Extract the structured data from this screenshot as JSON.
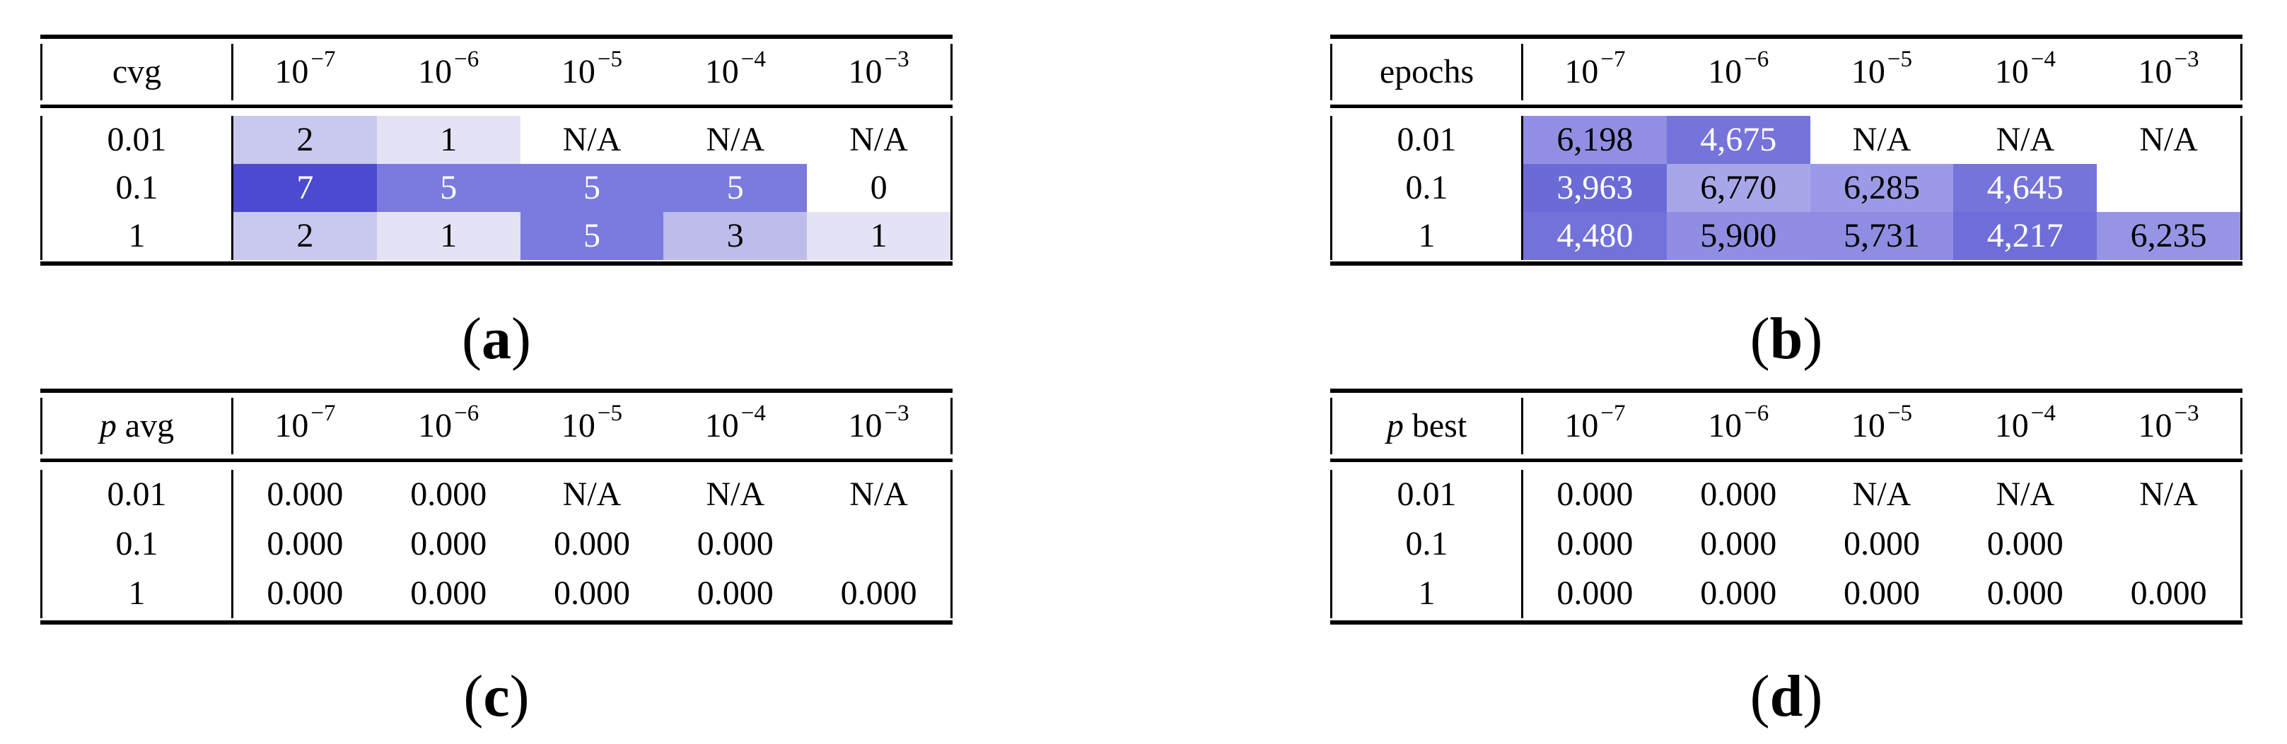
{
  "figure": {
    "background": "#ffffff",
    "rule_color": "#000000",
    "heat_dark": "#4b4ad0",
    "heat_light": "#e4e3f6"
  },
  "captions": {
    "open": "(",
    "close": ")",
    "a": "a",
    "b": "b",
    "c": "c",
    "d": "d"
  },
  "tables": [
    {
      "id": "a",
      "label_italic": "",
      "label_rest": "cvg",
      "col_headers": [
        {
          "base": "10",
          "exp": "−7"
        },
        {
          "base": "10",
          "exp": "−6"
        },
        {
          "base": "10",
          "exp": "−5"
        },
        {
          "base": "10",
          "exp": "−4"
        },
        {
          "base": "10",
          "exp": "−3"
        }
      ],
      "rows": [
        {
          "label": "0.01",
          "cells": [
            {
              "text": "2",
              "css": "background:#c9c8ee;color:#000000"
            },
            {
              "text": "1",
              "css": "background:#e4e3f6;color:#000000"
            },
            {
              "text": "N/A",
              "css": ""
            },
            {
              "text": "N/A",
              "css": ""
            },
            {
              "text": "N/A",
              "css": ""
            }
          ]
        },
        {
          "label": "0.1",
          "cells": [
            {
              "text": "7",
              "css": "background:#4b4ad0;color:#ffffff"
            },
            {
              "text": "5",
              "css": "background:#7b7ade;color:#ffffff"
            },
            {
              "text": "5",
              "css": "background:#7b7ade;color:#ffffff"
            },
            {
              "text": "5",
              "css": "background:#7b7ade;color:#ffffff"
            },
            {
              "text": "0",
              "css": ""
            }
          ]
        },
        {
          "label": "1",
          "cells": [
            {
              "text": "2",
              "css": "background:#c9c8ee;color:#000000"
            },
            {
              "text": "1",
              "css": "background:#e4e3f6;color:#000000"
            },
            {
              "text": "5",
              "css": "background:#7b7ade;color:#ffffff"
            },
            {
              "text": "3",
              "css": "background:#bdbcea;color:#000000"
            },
            {
              "text": "1",
              "css": "background:#e4e3f6;color:#000000"
            }
          ]
        }
      ]
    },
    {
      "id": "b",
      "label_italic": "",
      "label_rest": "epochs",
      "col_headers": [
        {
          "base": "10",
          "exp": "−7"
        },
        {
          "base": "10",
          "exp": "−6"
        },
        {
          "base": "10",
          "exp": "−5"
        },
        {
          "base": "10",
          "exp": "−4"
        },
        {
          "base": "10",
          "exp": "−3"
        }
      ],
      "rows": [
        {
          "label": "0.01",
          "cells": [
            {
              "text": "6,198",
              "css": "background:#908fe3;color:#000000"
            },
            {
              "text": "4,675",
              "css": "background:#7674db;color:#ffffff"
            },
            {
              "text": "N/A",
              "css": ""
            },
            {
              "text": "N/A",
              "css": ""
            },
            {
              "text": "N/A",
              "css": ""
            }
          ]
        },
        {
          "label": "0.1",
          "cells": [
            {
              "text": "3,963",
              "css": "background:#6b6ad7;color:#ffffff"
            },
            {
              "text": "6,770",
              "css": "background:#a7a6e9;color:#000000"
            },
            {
              "text": "6,285",
              "css": "background:#9b9ae6;color:#000000"
            },
            {
              "text": "4,645",
              "css": "background:#7574db;color:#ffffff"
            },
            {
              "text": "",
              "css": ""
            }
          ]
        },
        {
          "label": "1",
          "cells": [
            {
              "text": "4,480",
              "css": "background:#7372da;color:#ffffff"
            },
            {
              "text": "5,900",
              "css": "background:#8f8ee2;color:#000000"
            },
            {
              "text": "5,731",
              "css": "background:#8e8de2;color:#000000"
            },
            {
              "text": "4,217",
              "css": "background:#6f6ed9;color:#ffffff"
            },
            {
              "text": "6,235",
              "css": "background:#9695e5;color:#000000"
            }
          ]
        }
      ]
    },
    {
      "id": "c",
      "label_italic": "p",
      "label_rest": " avg",
      "col_headers": [
        {
          "base": "10",
          "exp": "−7"
        },
        {
          "base": "10",
          "exp": "−6"
        },
        {
          "base": "10",
          "exp": "−5"
        },
        {
          "base": "10",
          "exp": "−4"
        },
        {
          "base": "10",
          "exp": "−3"
        }
      ],
      "rows": [
        {
          "label": "0.01",
          "cells": [
            {
              "text": "0.000",
              "css": ""
            },
            {
              "text": "0.000",
              "css": ""
            },
            {
              "text": "N/A",
              "css": ""
            },
            {
              "text": "N/A",
              "css": ""
            },
            {
              "text": "N/A",
              "css": ""
            }
          ]
        },
        {
          "label": "0.1",
          "cells": [
            {
              "text": "0.000",
              "css": ""
            },
            {
              "text": "0.000",
              "css": ""
            },
            {
              "text": "0.000",
              "css": ""
            },
            {
              "text": "0.000",
              "css": ""
            },
            {
              "text": "",
              "css": ""
            }
          ]
        },
        {
          "label": "1",
          "cells": [
            {
              "text": "0.000",
              "css": ""
            },
            {
              "text": "0.000",
              "css": ""
            },
            {
              "text": "0.000",
              "css": ""
            },
            {
              "text": "0.000",
              "css": ""
            },
            {
              "text": "0.000",
              "css": ""
            }
          ]
        }
      ]
    },
    {
      "id": "d",
      "label_italic": "p",
      "label_rest": " best",
      "col_headers": [
        {
          "base": "10",
          "exp": "−7"
        },
        {
          "base": "10",
          "exp": "−6"
        },
        {
          "base": "10",
          "exp": "−5"
        },
        {
          "base": "10",
          "exp": "−4"
        },
        {
          "base": "10",
          "exp": "−3"
        }
      ],
      "rows": [
        {
          "label": "0.01",
          "cells": [
            {
              "text": "0.000",
              "css": ""
            },
            {
              "text": "0.000",
              "css": ""
            },
            {
              "text": "N/A",
              "css": ""
            },
            {
              "text": "N/A",
              "css": ""
            },
            {
              "text": "N/A",
              "css": ""
            }
          ]
        },
        {
          "label": "0.1",
          "cells": [
            {
              "text": "0.000",
              "css": ""
            },
            {
              "text": "0.000",
              "css": ""
            },
            {
              "text": "0.000",
              "css": ""
            },
            {
              "text": "0.000",
              "css": ""
            },
            {
              "text": "",
              "css": ""
            }
          ]
        },
        {
          "label": "1",
          "cells": [
            {
              "text": "0.000",
              "css": ""
            },
            {
              "text": "0.000",
              "css": ""
            },
            {
              "text": "0.000",
              "css": ""
            },
            {
              "text": "0.000",
              "css": ""
            },
            {
              "text": "0.000",
              "css": ""
            }
          ]
        }
      ]
    }
  ]
}
